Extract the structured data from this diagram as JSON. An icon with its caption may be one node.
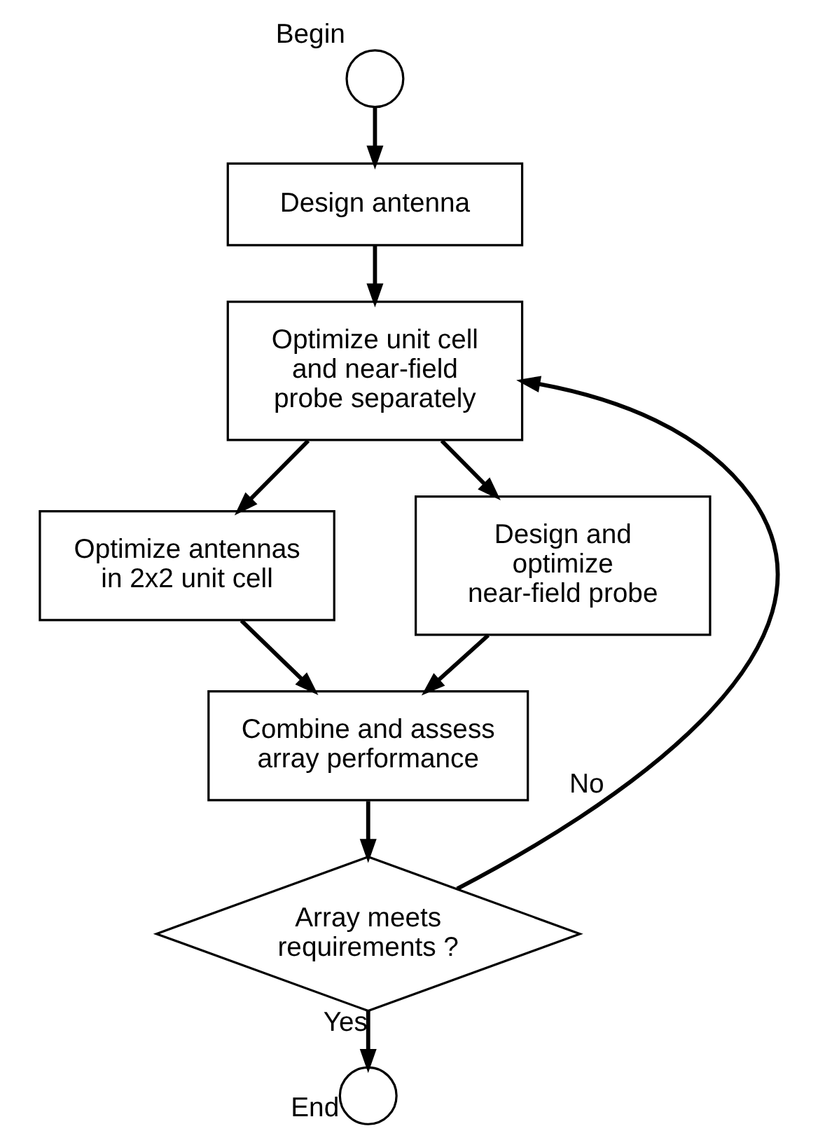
{
  "diagram": {
    "nodes": [
      {
        "text": [],
        "shape": "circle",
        "beside": [
          "Begin"
        ]
      },
      {
        "text": [
          "Design antenna"
        ]
      },
      {
        "text": [
          "Optimize unit cell and near-field probe separately"
        ]
      },
      {
        "text": [
          "Optimize antennas in 2x2 unit cell"
        ]
      },
      {
        "text": [
          "Design and optimize near-field probe"
        ]
      },
      {
        "text": [
          "Combine and assess array performance"
        ]
      },
      {
        "text": [
          "Array meets requirements ?"
        ]
      },
      {
        "text": [],
        "shape": "circle",
        "beside": [
          "End"
        ]
      }
    ],
    "edges": [
      {
        "from": 0,
        "to": 1,
        "arrow": "to"
      },
      {
        "from": 1,
        "to": 2,
        "arrow": "to"
      },
      {
        "from": 2,
        "to": 3,
        "arrow": "to"
      },
      {
        "from": 2,
        "to": 4,
        "arrow": "to"
      },
      {
        "from": 3,
        "to": 5,
        "arrow": "to"
      },
      {
        "from": 4,
        "to": 5,
        "arrow": "to"
      },
      {
        "from": 5,
        "to": 6,
        "arrow": "to"
      },
      {
        "from": 6,
        "to": 2,
        "arrow": "to",
        "label": "No"
      },
      {
        "from": 6,
        "to": 7,
        "arrow": "to",
        "label": "Yes"
      }
    ]
  }
}
